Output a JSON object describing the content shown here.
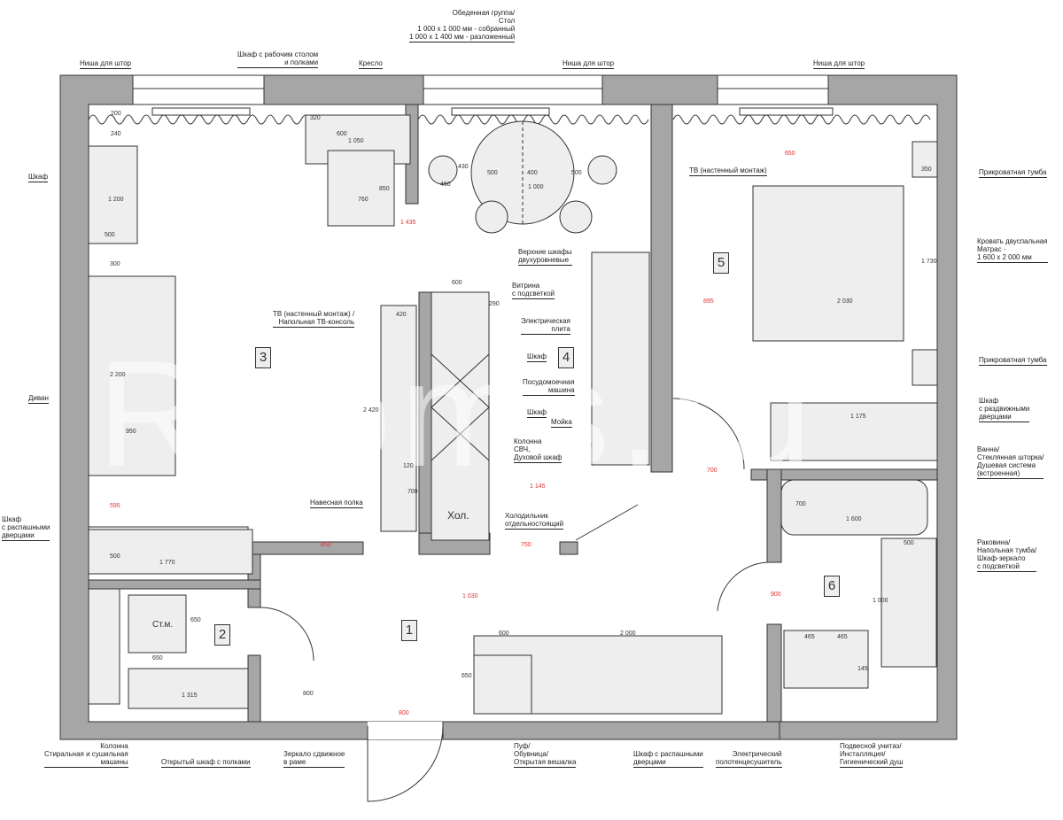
{
  "labels": {
    "curtain_niche_1": "Ниша для штор",
    "desk_wardrobe": "Шкаф с рабочим столом\nи полками",
    "armchair": "Кресло",
    "dining": "Обеденная группа/\nСтол\n1 000 х 1 000 мм - собранный\n1 000 х 1 400 мм - разложенный",
    "curtain_niche_2": "Ниша для штор",
    "curtain_niche_3": "Ниша для штор",
    "wardrobe_left": "Шкаф",
    "sofa": "Диван",
    "wardrobe_hinged_left": "Шкаф\nс распашными\nдверцами",
    "tv_console": "ТВ (настенный монтаж) /\nНапольная ТВ-консоль",
    "hanging_shelf": "Навесная полка",
    "upper_cabinets": "Верхние шкафы\nдвухуровневые",
    "showcase": "Витрина\nс подсветкой",
    "stove": "Электрическая\nплита",
    "cabinet_1": "Шкаф",
    "dishwasher": "Посудомоечная\nмашина",
    "cabinet_2": "Шкаф",
    "sink": "Мойка",
    "column_oven": "Колонна\nСВЧ,\nДуховой шкаф",
    "fridge": "Холодильник\nотдельностоящий",
    "fridge_tag": "Хол.",
    "tv_wall": "ТВ (настенный монтаж)",
    "bedside_1": "Прикроватная тумба",
    "bed": "Кровать двуспальная\nМатрас -\n1 600 х 2 000 мм",
    "bedside_2": "Прикроватная тумба",
    "wardrobe_sliding": "Шкаф\nс раздвижными\nдверцами",
    "bath": "Ванна/\nСтеклянная шторка/\nДушевая система\n(встроенная)",
    "washbasin": "Раковина/\nНапольная тумба/\nШкаф-зеркало\nс подсветкой",
    "washer_column": "Колонна\nСтиральная и сушильная\nмашины",
    "open_wardrobe": "Открытый шкаф с полками",
    "mirror": "Зеркало сдвижное\nв раме",
    "pouf": "Пуф/\nОбувница/\nОткрытая вешалка",
    "hall_wardrobe": "Шкаф с распашными\nдверцами",
    "towel_dryer": "Электрический\nполотенцесушитель",
    "toilet": "Подвесной унитаз/\nИнсталляция/\nГигиенический душ",
    "laundry_tag": "Ст.м."
  },
  "rooms": [
    "1",
    "2",
    "3",
    "4",
    "5",
    "6"
  ],
  "watermark": "Rooms.ru",
  "dims": {
    "d200a": "200",
    "d240": "240",
    "d1200": "1 200",
    "d500": "500",
    "d300": "300",
    "d2200": "2 200",
    "d950": "950",
    "d595": "595",
    "d1770": "1 770",
    "d500b": "500",
    "d850": "850",
    "d320": "320",
    "d600": "600",
    "d1050": "1 050",
    "d850b": "850",
    "d760": "760",
    "d430": "430",
    "d460": "460",
    "d500c": "500",
    "d400": "400",
    "d500d": "500",
    "d1000": "1 000",
    "d1435": "1 435",
    "d420": "420",
    "d2420": "2 420",
    "d120": "120",
    "d700": "700",
    "d600b": "600",
    "d290": "290",
    "d1145": "1 145",
    "d750": "750",
    "d1030": "1 030",
    "d650": "650",
    "d650b": "650",
    "d1315": "1 315",
    "d800": "800",
    "d800b": "800",
    "d600c": "600",
    "d2000": "2 000",
    "d650c": "650",
    "d895": "895",
    "d2030": "2 030",
    "d1730": "1 730",
    "d650d": "650",
    "d350": "350",
    "d1175": "1 175",
    "d700b": "700",
    "d1600": "1 600",
    "d700c": "700",
    "d500e": "500",
    "d1000b": "1 000",
    "d900": "900",
    "d465": "465",
    "d465b": "465",
    "d145": "145"
  },
  "colors": {
    "wall": "#a6a6a6",
    "red_dim": "#dd3333"
  }
}
